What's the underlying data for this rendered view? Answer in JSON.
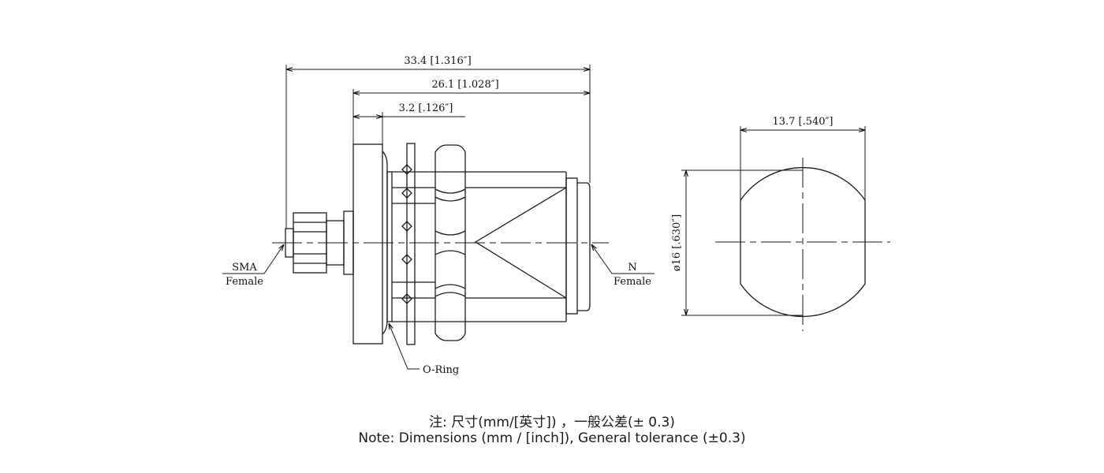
{
  "dimensions": {
    "overall_length": "33.4 [1.316″]",
    "body_length": "26.1 [1.028″]",
    "flange_thickness": "3.2 [.126″]",
    "flat_width": "13.7 [.540″]",
    "diameter": "ø16 [.630″]"
  },
  "labels": {
    "left_connector_line1": "SMA",
    "left_connector_line2": "Female",
    "right_connector_line1": "N",
    "right_connector_line2": "Female",
    "oring": "O-Ring"
  },
  "notes": {
    "chinese": "注: 尺寸(mm/[英寸]) ，一般公差(± 0.3)",
    "english": "Note: Dimensions (mm / [inch]), General tolerance (±0.3)"
  },
  "colors": {
    "line": "#1a1a1a",
    "background": "#ffffff"
  }
}
